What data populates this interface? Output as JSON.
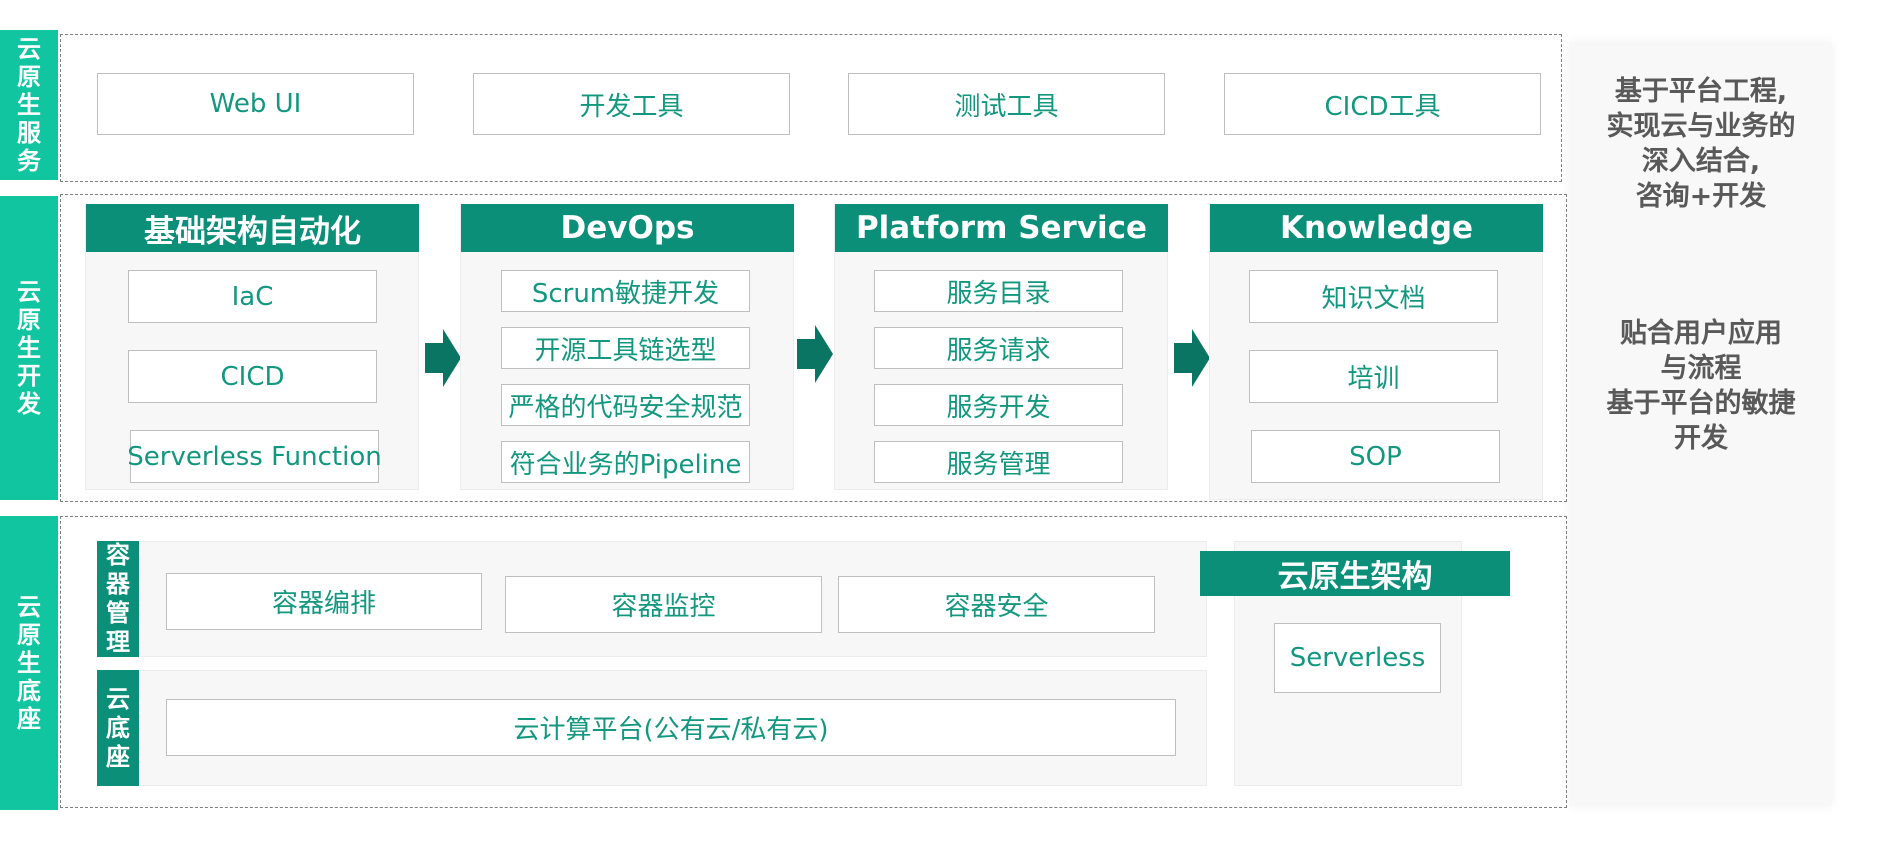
{
  "layers": {
    "services": {
      "label": "云原生服务",
      "items": [
        "Web UI",
        "开发工具",
        "测试工具",
        "CICD工具"
      ]
    },
    "development": {
      "label": "云原生开发",
      "groups": [
        {
          "title": "基础架构自动化",
          "items": [
            "IaC",
            "CICD",
            "Serverless Function"
          ]
        },
        {
          "title": "DevOps",
          "items": [
            "Scrum敏捷开发",
            "开源工具链选型",
            "严格的代码安全规范",
            "符合业务的Pipeline"
          ]
        },
        {
          "title": "Platform Service",
          "items": [
            "服务目录",
            "服务请求",
            "服务开发",
            "服务管理"
          ]
        },
        {
          "title": "Knowledge",
          "items": [
            "知识文档",
            "培训",
            "SOP"
          ]
        }
      ]
    },
    "base": {
      "label": "云原生底座",
      "container": {
        "label": "容器管理",
        "items": [
          "容器编排",
          "容器监控",
          "容器安全"
        ]
      },
      "cloud": {
        "label": "云底座",
        "item": "云计算平台(公有云/私有云)"
      },
      "arch": {
        "title": "云原生架构",
        "item": "Serverless"
      }
    }
  },
  "notes": {
    "top": "基于平台工程,\n实现云与业务的\n深入结合,\n咨询+开发",
    "bottom": "贴合用户应用\n与流程\n基于平台的敏捷\n开发"
  },
  "colors": {
    "accent": "#10c5a0",
    "header": "#0b8f79",
    "text_teal": "#13987f",
    "arrow": "#0b7563"
  },
  "icons": {
    "flow_arrow": "right-arrow-icon"
  }
}
